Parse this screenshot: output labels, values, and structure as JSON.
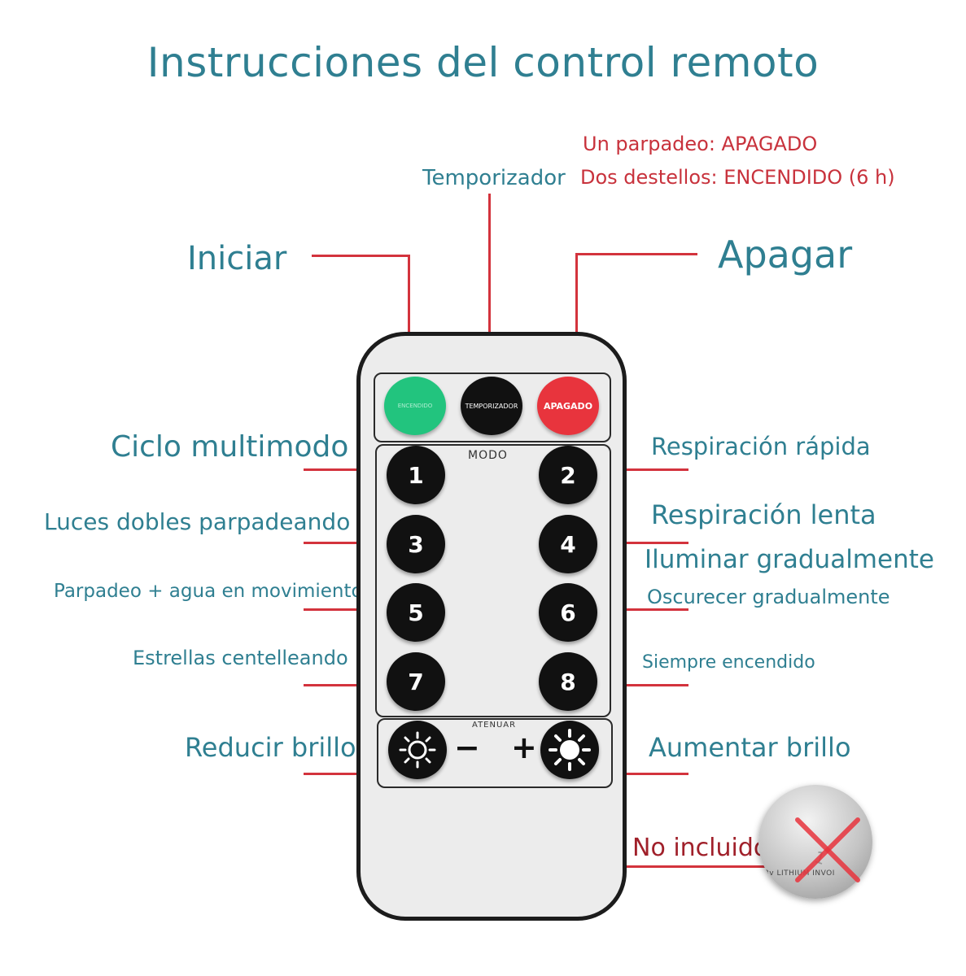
{
  "title": "Instrucciones del control remoto",
  "timer_info": {
    "line1": "Un parpadeo: APAGADO",
    "line2": "Dos destellos: ENCENDIDO (6 h)"
  },
  "labels": {
    "timer": "Temporizador",
    "start": "Iniciar",
    "off": "Apagar",
    "mode1": "Ciclo multimodo",
    "mode2": "Respiración rápida",
    "mode3": "Luces dobles parpadeando",
    "mode4": "Respiración lenta",
    "mode4b": "Iluminar gradualmente",
    "mode5": "Parpadeo + agua en movimiento",
    "mode6": "Oscurecer gradualmente",
    "mode7": "Estrellas centelleando",
    "mode8": "Siempre encendido",
    "dim_down": "Reducir brillo",
    "dim_up": "Aumentar brillo",
    "battery": "No incluido"
  },
  "remote": {
    "top_buttons": [
      {
        "label": "ENCENDIDO",
        "color": "#22c47e"
      },
      {
        "label": "TEMPORIZADOR",
        "color": "#111111"
      },
      {
        "label": "APAGADO",
        "color": "#e8343d"
      }
    ],
    "mode_label": "MODO",
    "numbers": [
      "1",
      "2",
      "3",
      "4",
      "5",
      "6",
      "7",
      "8"
    ],
    "dim_label": "ATENUAR",
    "minus": "−",
    "plus": "+"
  },
  "battery": {
    "text": "3v LITHIUM INVOI",
    "number": "1"
  },
  "colors": {
    "label_teal": "#2f7f91",
    "leader_red": "#d3333d",
    "timer_red": "#c8323c"
  }
}
